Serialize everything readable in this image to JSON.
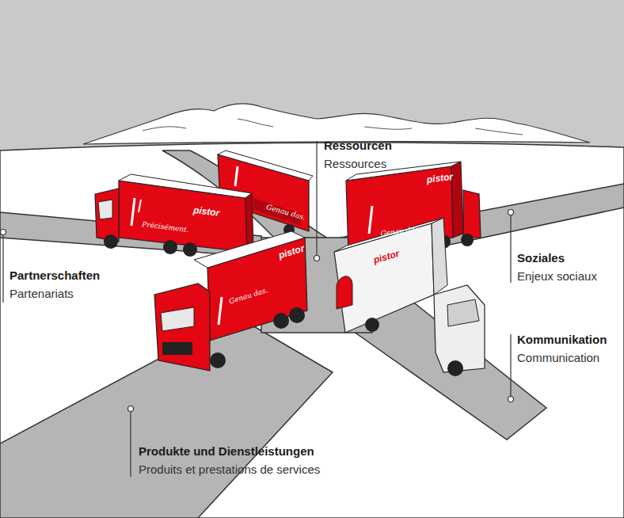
{
  "diagram": {
    "labels": [
      "Ressourcen",
      "Ressources",
      "Partnerschaften",
      "Partenariats",
      "Soziales",
      "Enjeux sociaux",
      "Kommunikation",
      "Communication",
      "Produkte und Dienstleistungen",
      "Produits et prestations de services",
      "Précisément.",
      "pistor",
      "Genau das.",
      "pistor",
      "Genau das.",
      "pistor",
      "Genau das.",
      "pistor"
    ]
  }
}
